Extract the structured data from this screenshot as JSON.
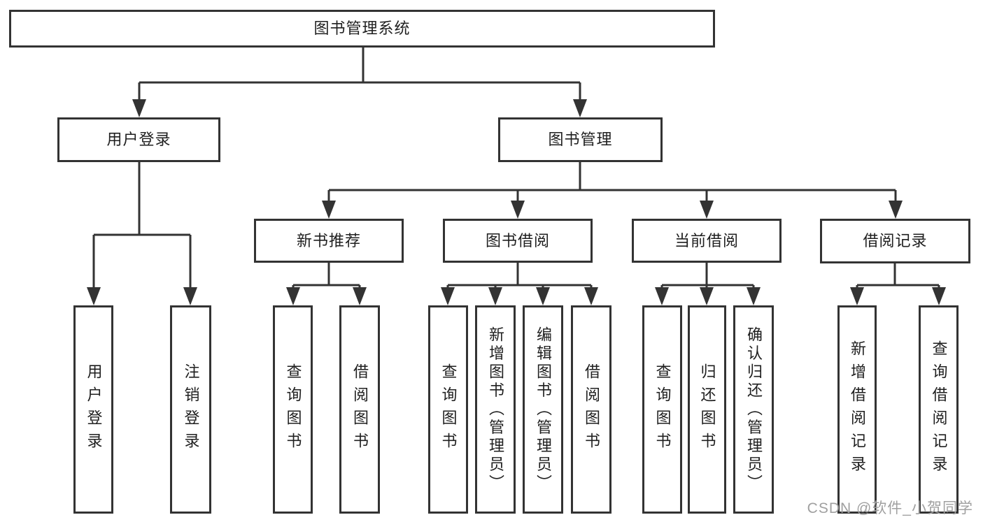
{
  "diagram": {
    "root": {
      "label": "图书管理系统"
    },
    "level2": [
      {
        "label": "用户登录"
      },
      {
        "label": "图书管理"
      }
    ],
    "level3": [
      {
        "label": "新书推荐"
      },
      {
        "label": "图书借阅"
      },
      {
        "label": "当前借阅"
      },
      {
        "label": "借阅记录"
      }
    ],
    "leaves": {
      "login": [
        "用户登录",
        "注销登录"
      ],
      "recommend": [
        "查询图书",
        "借阅图书"
      ],
      "borrow": [
        "查询图书",
        "新增图书（管理员）",
        "编辑图书（管理员）",
        "借阅图书"
      ],
      "current": [
        "查询图书",
        "归还图书",
        "确认归还（管理员）"
      ],
      "records": [
        "新增借阅记录",
        "查询借阅记录"
      ]
    }
  },
  "watermark": {
    "text": "CSDN @软件_小贺同学"
  },
  "colors": {
    "line": "#333333",
    "text": "#1f1f1f",
    "watermark": "#a0a0a0",
    "background": "#ffffff"
  }
}
